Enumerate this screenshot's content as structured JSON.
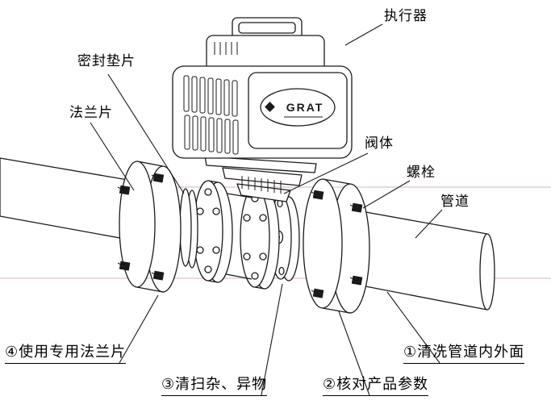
{
  "diagram": {
    "brand": "GRAT",
    "part_labels": {
      "actuator": "执行器",
      "gasket": "密封垫片",
      "flange": "法兰片",
      "valve_body": "阀体",
      "bolt": "螺栓",
      "pipe": "管道"
    },
    "steps": {
      "step1": "①清洗管道内外面",
      "step2": "②核对产品参数",
      "step3": "③清扫杂、异物",
      "step4": "④使用专用法兰片"
    },
    "colors": {
      "line": "#1a1a1a",
      "centerline": "#d9b4b4",
      "background": "#ffffff"
    }
  }
}
